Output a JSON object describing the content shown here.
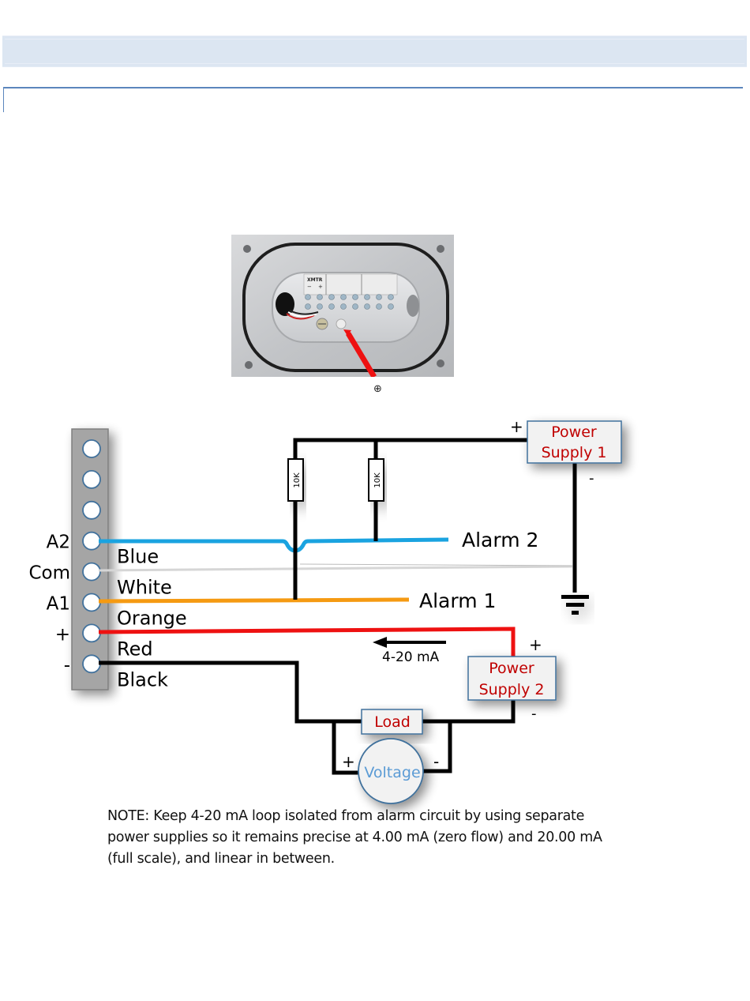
{
  "header": {
    "band_color": "#dce6f2",
    "rule_color": "#5b86bd"
  },
  "photo": {
    "caption_label": "XMTR",
    "minus_label": "−",
    "plus_label": "+",
    "ground_marker": "⊕"
  },
  "terminal_block": {
    "terminals": [
      {
        "label": ""
      },
      {
        "label": ""
      },
      {
        "label": ""
      },
      {
        "label": "A2",
        "wire": "Blue",
        "color": "#1aa3e0"
      },
      {
        "label": "Com",
        "wire": "White",
        "color": "#d8d8d8"
      },
      {
        "label": "A1",
        "wire": "Orange",
        "color": "#f59a12"
      },
      {
        "label": "+",
        "wire": "Red",
        "color": "#ee1111"
      },
      {
        "label": "-",
        "wire": "Black",
        "color": "#000000"
      }
    ]
  },
  "resistors": [
    {
      "label": "10K"
    },
    {
      "label": "10K"
    }
  ],
  "alarms": {
    "alarm2": "Alarm 2",
    "alarm1": "Alarm 1"
  },
  "power_supply_1": {
    "line1": "Power",
    "line2": "Supply 1",
    "plus": "+",
    "minus": "-"
  },
  "power_supply_2": {
    "line1": "Power",
    "line2": "Supply 2",
    "plus": "+",
    "minus": "-"
  },
  "current_loop": {
    "label": "4-20 mA"
  },
  "load": {
    "label": "Load"
  },
  "meter": {
    "label": "Voltage",
    "plus": "+",
    "minus": "-"
  },
  "colors": {
    "supply_text": "#c00000",
    "box_border": "#41719c",
    "box_fill": "#f2f2f2",
    "meter_text": "#5b9bd5"
  },
  "note": "NOTE: Keep 4-20 mA loop isolated from alarm circuit by using separate power supplies so it remains precise at 4.00 mA (zero flow) and 20.00 mA (full scale), and linear in between."
}
